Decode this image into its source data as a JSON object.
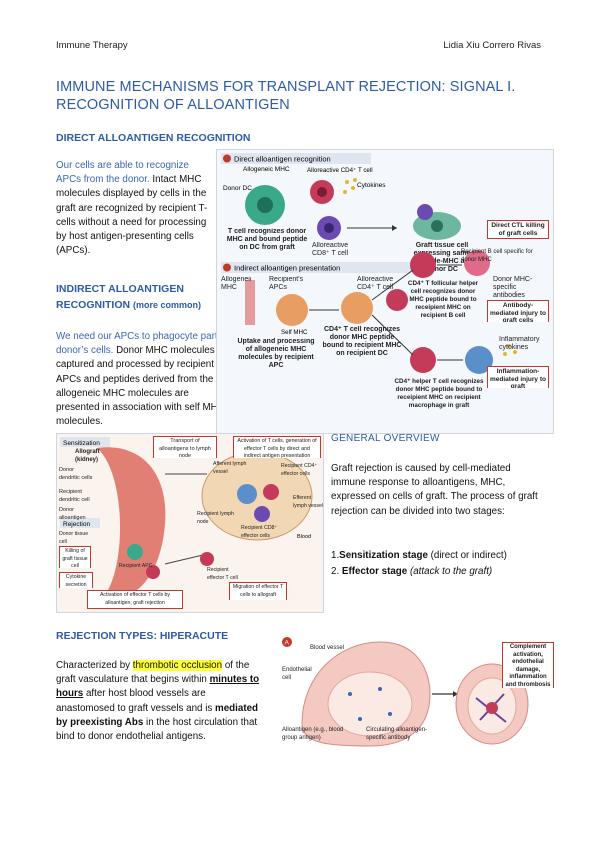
{
  "header": {
    "left": "Immune Therapy",
    "right": "Lidia Xiu Correro Rivas"
  },
  "title": "IMMUNE MECHANISMS FOR TRANSPLANT REJECTION: SIGNAL I. RECOGNITION OF ALLOANTIGEN",
  "direct": {
    "heading": "DIRECT ALLOANTIGEN RECOGNITION",
    "lead": "Our cells are able to recognize APCs from the donor.",
    "body": " Intact MHC molecules displayed by cells in the graft are recognized by recipient T-cells without a need for processing by host antigen-presenting cells (APCs)."
  },
  "indirect": {
    "heading": "INDIRECT ALLOANTIGEN RECOGNITION",
    "note": "(more common)",
    "lead": "We need our APCs to phagocyte parts of donor’s cells.",
    "body": " Donor MHC molecules are captured and processed by recipient APCs and peptides derived from the allogeneic MHC molecules are presented in association with self MHC molecules."
  },
  "overview": {
    "heading": "GENERAL OVERVIEW",
    "body": "Graft rejection is caused by cell-mediated immune response to alloantigens, MHC, expressed on cells of graft. The process of graft rejection can be divided into two stages:",
    "stage1_num": "1.",
    "stage1_bold": "Sensitization stage",
    "stage1_rest": " (direct or indirect)",
    "stage2_num": "2.",
    "stage2_bold": "Effector stage",
    "stage2_rest": " (attack to the graft)"
  },
  "hyperacute": {
    "heading": "REJECTION TYPES: HIPERACUTE",
    "p1": "Characterized by ",
    "p1_hl": "thrombotic occlusion",
    "p1_b": " of the graft vasculature that begins within ",
    "p1_u": "minutes to hours",
    "p1_c": " after host blood vessels are anastomosed to graft vessels and is ",
    "p1_bold": "mediated by preexisting Abs",
    "p1_d": " in the host circulation that bind to donor endothelial antigens."
  },
  "fig1": {
    "panel_a": "Direct alloantigen recognition",
    "panel_b": "Indirect alloantigen presentation",
    "a_labels": [
      "Allogeneic MHC",
      "Donor DC",
      "Alloreactive CD4⁺ T cell",
      "Cytokines",
      "T cell recognizes donor MHC and bound peptide on DC from graft",
      "Alloreactive CD8⁺ T cell",
      "Graft tissue cell expressing same peptide-MHC as donor DC",
      "Direct CTL killing of graft cells"
    ],
    "b_labels": [
      "Allogeneic MHC",
      "Recipient’s APCs",
      "Self MHC",
      "Uptake and processing of allogeneic MHC molecules by recipient APC",
      "Alloreactive CD4⁺ T cell",
      "CD4⁺ T cell recognizes donor MHC peptide bound to recipient MHC on recipient DC",
      "Recipient B cell specific for donor MHC",
      "CD4⁺ T follicular helper cell recognizes donor MHC peptide bound to receipient MHC on recipient B cell",
      "Donor MHC-specific antibodies",
      "Antibody-mediated injury to graft cells",
      "Inflammatory cytokines",
      "CD4⁺ helper T cell recognizes donor MHC peptide bound to receipient MHC on recipient macrophage in graft",
      "Inflammation-mediated injury to graft"
    ]
  },
  "fig2": {
    "sensitization": "Sensitization",
    "rejection": "Rejection",
    "labels": [
      "Allograft (kidney)",
      "Donor dendritic cells",
      "Recipient dendritic cell",
      "Donor alloantigen",
      "Transport of alloantigens to lymph node",
      "Activation of T cells, generation of effector T cells by direct and indirect antigen presentation",
      "Afferent lymph vessel",
      "Recipient CD4⁺ effector cells",
      "Recipient lymph node",
      "Recipient CD8⁺ effector cells",
      "Efferent lymph vessel",
      "Blood",
      "Donor tissue cell",
      "Killing of graft tissue cell",
      "Recipient APC",
      "Cytokine secretion",
      "Recipient effector T cell",
      "Migration of effector T cells to allograft",
      "Activation of effector T cells by alloantigen; graft rejection"
    ]
  },
  "fig3": {
    "panel": "A",
    "labels": [
      "Blood vessel",
      "Endothelial cell",
      "Alloantigen (e.g., blood group antigen)",
      "Circulating alloantigen-specific antibody",
      "Complement activation, endothelial damage, inflammation and thrombosis"
    ]
  },
  "colors": {
    "accent": "#2e5aa8",
    "highlight": "#ffff33",
    "box_border": "#c0392b"
  }
}
